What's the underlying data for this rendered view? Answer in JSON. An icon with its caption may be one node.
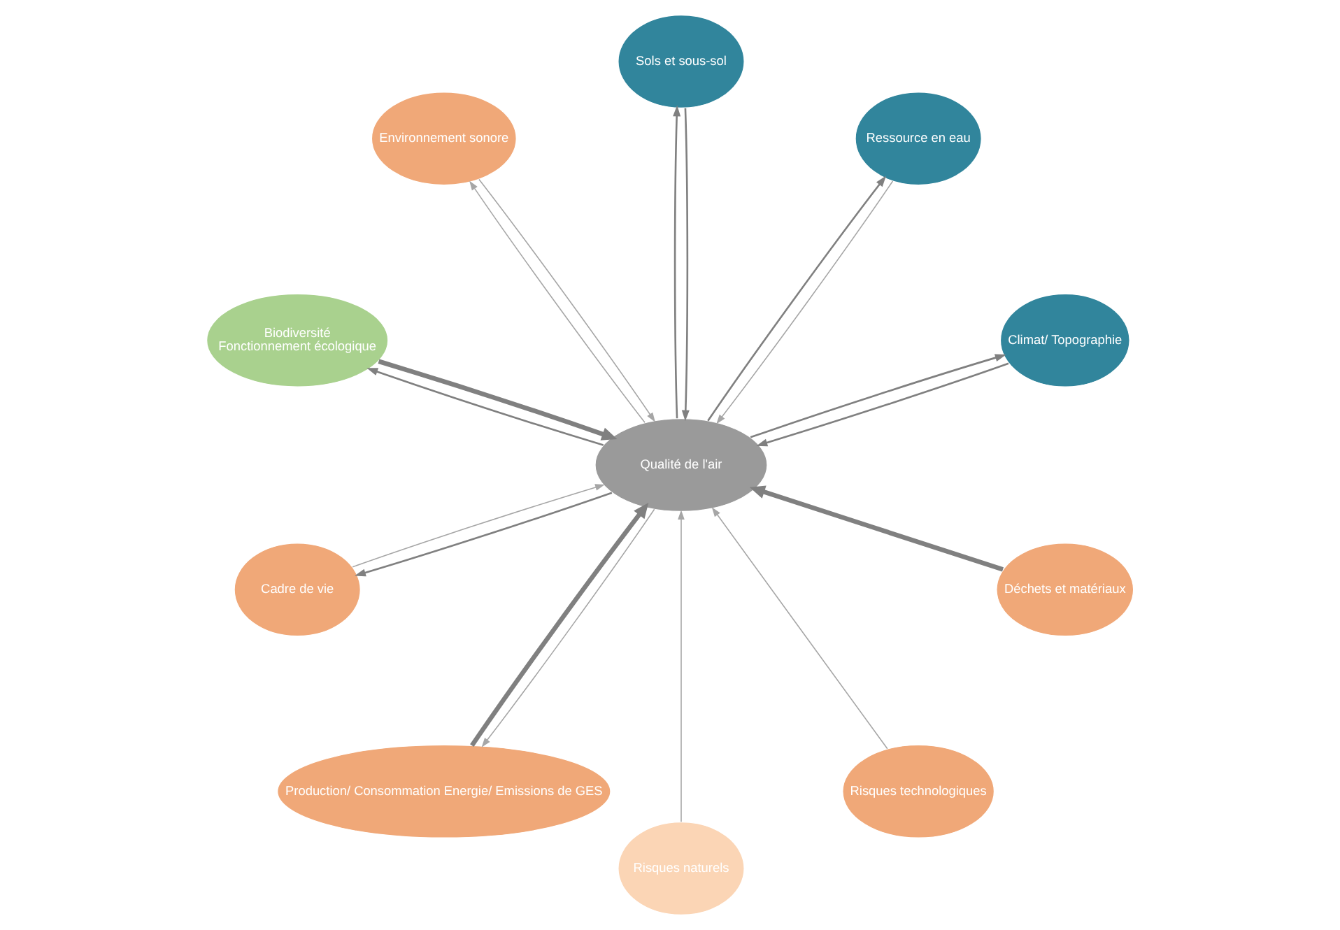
{
  "diagram": {
    "nodes": [
      {
        "text": [
          "Climat/ Topographie"
        ]
      },
      {
        "text": [
          "Risques naturels"
        ]
      },
      {
        "text": [
          "Ressource en eau"
        ]
      },
      {
        "text": [
          "Risques technologiques"
        ]
      },
      {
        "text": [
          "Sols et sous-sol"
        ]
      },
      {
        "text": [
          "Qualité de l'air"
        ]
      },
      {
        "text": [
          "Environnement sonore"
        ]
      },
      {
        "text": [
          "Biodiversité",
          "Fonctionnement écologique"
        ]
      },
      {
        "text": [
          "Déchets et matériaux"
        ]
      },
      {
        "text": [
          "Cadre de vie"
        ]
      },
      {
        "text": [
          "Production/ Consommation Energie/ Emissions de GES"
        ]
      }
    ],
    "edges": [
      {
        "from": 0,
        "to": 5,
        "arrow": "to"
      },
      {
        "from": 5,
        "to": 0,
        "arrow": "to"
      },
      {
        "from": 1,
        "to": 5,
        "arrow": "to",
        "color": "#a6a6a6"
      },
      {
        "from": 2,
        "to": 5,
        "arrow": "to",
        "color": "#a6a6a6"
      },
      {
        "from": 5,
        "to": 2,
        "arrow": "to"
      },
      {
        "from": 3,
        "to": 5,
        "arrow": "to",
        "color": "#a6a6a6"
      },
      {
        "from": 4,
        "to": 5,
        "arrow": "to"
      },
      {
        "from": 5,
        "to": 4,
        "arrow": "to"
      },
      {
        "from": 5,
        "to": 6,
        "arrow": "to",
        "color": "#a6a6a6"
      },
      {
        "from": 6,
        "to": 5,
        "arrow": "to",
        "color": "#a6a6a6"
      },
      {
        "from": 7,
        "to": 5,
        "arrow": "to",
        "style": "thick"
      },
      {
        "from": 5,
        "to": 7,
        "arrow": "to"
      },
      {
        "from": 8,
        "to": 5,
        "arrow": "to",
        "style": "thick"
      },
      {
        "from": 9,
        "to": 5,
        "arrow": "to",
        "color": "#a6a6a6"
      },
      {
        "from": 5,
        "to": 9,
        "arrow": "to"
      },
      {
        "from": 5,
        "to": 10,
        "arrow": "to",
        "color": "#a6a6a6"
      },
      {
        "from": 10,
        "to": 5,
        "arrow": "to",
        "style": "thick"
      }
    ]
  }
}
